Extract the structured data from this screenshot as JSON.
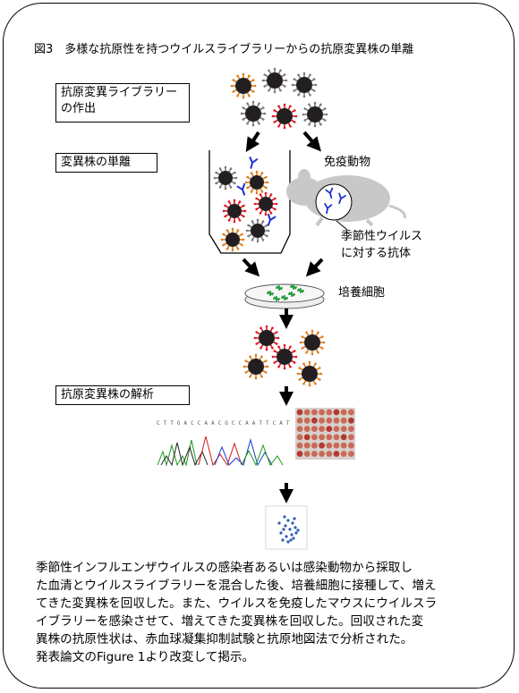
{
  "title": "図3　多様な抗原性を持つウイルスライブラリーからの抗原変異株の単離",
  "steps": {
    "library_creation": [
      "抗原変異ライブラリー",
      "の作出"
    ],
    "isolation": "変異株の単離",
    "analysis": "抗原変異株の解析"
  },
  "labels": {
    "immunized_animal": "免疫動物",
    "antibody": [
      "季節性ウイルス",
      "に対する抗体"
    ],
    "cultured_cells": "培養細胞"
  },
  "sequence_letters": "C T T G A C C A A C G C C A A T T C A T",
  "caption_lines": [
    "季節性インフルエンザウイルスの感染者あるいは感染動物から採取し",
    "た血清とウイルスライブラリーを混合した後、培養細胞に接種して、増え",
    "てきた変異株を回収した。また、ウイルスを免疫したマウスにウイルスラ",
    "イブラリーを感染させて、増えてきた変異株を回収した。回収された変",
    "異株の抗原性状は、赤血球凝集抑制試験と抗原地図法で分析された。",
    "発表論文のFigure 1より改変して掲示。"
  ],
  "colors": {
    "virion_core": "#231f20",
    "spike_red": "#e0141e",
    "spike_orange": "#e07a1a",
    "spike_gray": "#7a7a7a",
    "antibody_blue": "#1f2fd0",
    "cells_green": "#1f9a3a",
    "mouse_gray": "#c8c8c8",
    "map_blue": "#2a5fb0"
  }
}
